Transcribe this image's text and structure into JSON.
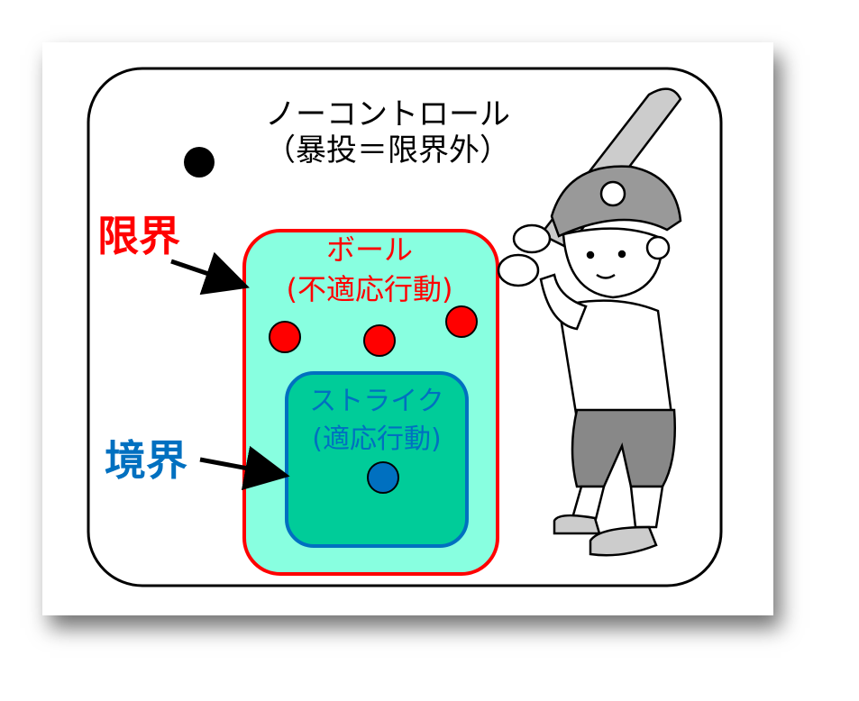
{
  "title": {
    "line1": "ノーコントロール",
    "line2": "（暴投＝限界外）"
  },
  "limit_label": "限界",
  "boundary_label": "境界",
  "ball": {
    "line1": "ボール",
    "line2": "(不適応行動)"
  },
  "strike": {
    "line1": "ストライク",
    "line2": "(適応行動)"
  },
  "colors": {
    "red": "#ff0000",
    "blue": "#0070c0",
    "ball_zone": "#88ffe0",
    "strike_zone": "#00cc99"
  }
}
